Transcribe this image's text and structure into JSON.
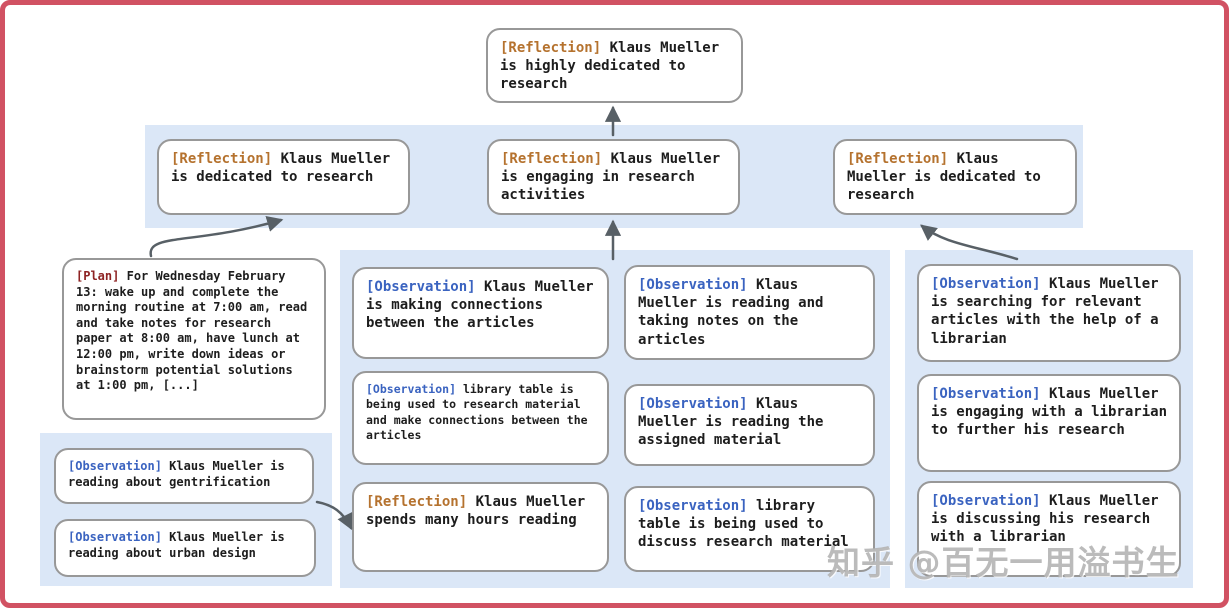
{
  "figure": {
    "frame_color": "#d15263",
    "band_color": "#dbe7f7",
    "node_border_color": "#989898",
    "arrow_color": "#586066",
    "tag_colors": {
      "reflection": "#b5722e",
      "observation": "#3a63c0",
      "plan": "#8e2323"
    }
  },
  "nodes": {
    "top": {
      "tag": "[Reflection]",
      "text": "Klaus Mueller is highly dedicated to research"
    },
    "row2_left": {
      "tag": "[Reflection]",
      "text": "Klaus Mueller is dedicated to research"
    },
    "row2_mid": {
      "tag": "[Reflection]",
      "text": "Klaus Mueller is engaging in research activities"
    },
    "row2_right": {
      "tag": "[Reflection]",
      "text": "Klaus Mueller is dedicated to research"
    },
    "plan": {
      "tag": "[Plan]",
      "text": "For Wednesday February 13: wake up and complete the morning routine at 7:00 am, read and take notes for research paper at 8:00 am, have lunch at 12:00 pm, write down ideas or brainstorm potential solutions at 1:00 pm, [...]"
    },
    "left_obs_1": {
      "tag": "[Observation]",
      "text": "Klaus Mueller is reading about gentrification"
    },
    "left_obs_2": {
      "tag": "[Observation]",
      "text": "Klaus Mueller is reading about urban design"
    },
    "mid_col1_row1": {
      "tag": "[Observation]",
      "text": "Klaus Mueller is making connections between the articles"
    },
    "mid_col1_row2": {
      "tag": "[Observation]",
      "text": "library table is being used to research material and make connections between the articles"
    },
    "mid_col1_row3": {
      "tag": "[Reflection]",
      "text": "Klaus Mueller spends many hours reading"
    },
    "mid_col2_row1": {
      "tag": "[Observation]",
      "text": "Klaus Mueller is reading and taking notes on the articles"
    },
    "mid_col2_row2": {
      "tag": "[Observation]",
      "text": "Klaus Mueller is reading the assigned material"
    },
    "mid_col2_row3": {
      "tag": "[Observation]",
      "text": "library table is being used to discuss research material"
    },
    "right_row1": {
      "tag": "[Observation]",
      "text": "Klaus Mueller is searching for relevant articles with the help of a librarian"
    },
    "right_row2": {
      "tag": "[Observation]",
      "text": "Klaus Mueller is engaging with a librarian to further his research"
    },
    "right_row3": {
      "tag": "[Observation]",
      "text": "Klaus Mueller is discussing his research with a librarian"
    }
  },
  "watermark": "知乎 @百无一用溢书生"
}
